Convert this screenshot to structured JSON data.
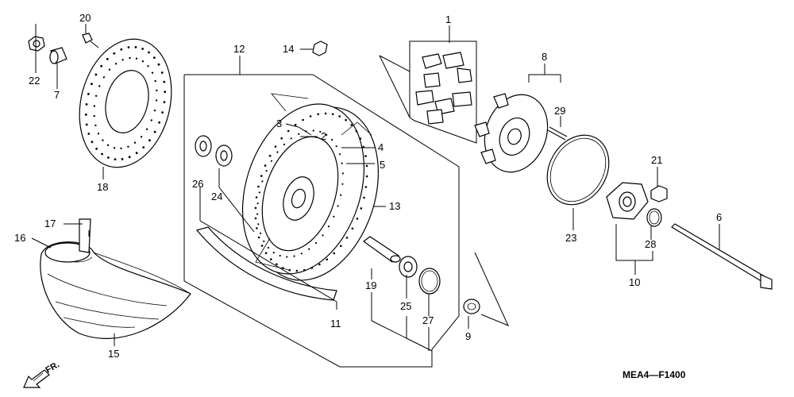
{
  "diagram": {
    "code": "MEA4—F1400",
    "direction_label": "FR.",
    "callouts": {
      "c1": "1",
      "c2": "2",
      "c3": "3",
      "c4": "4",
      "c5": "5",
      "c6": "6",
      "c7": "7",
      "c8": "8",
      "c9": "9",
      "c10": "10",
      "c11": "11",
      "c12": "12",
      "c13": "13",
      "c14": "14",
      "c15": "15",
      "c16": "16",
      "c17": "17",
      "c18": "18",
      "c19": "19",
      "c20": "20",
      "c21": "21",
      "c22": "22",
      "c23": "23",
      "c24": "24",
      "c25": "25",
      "c26": "26",
      "c27": "27",
      "c28": "28",
      "c29": "29"
    }
  }
}
